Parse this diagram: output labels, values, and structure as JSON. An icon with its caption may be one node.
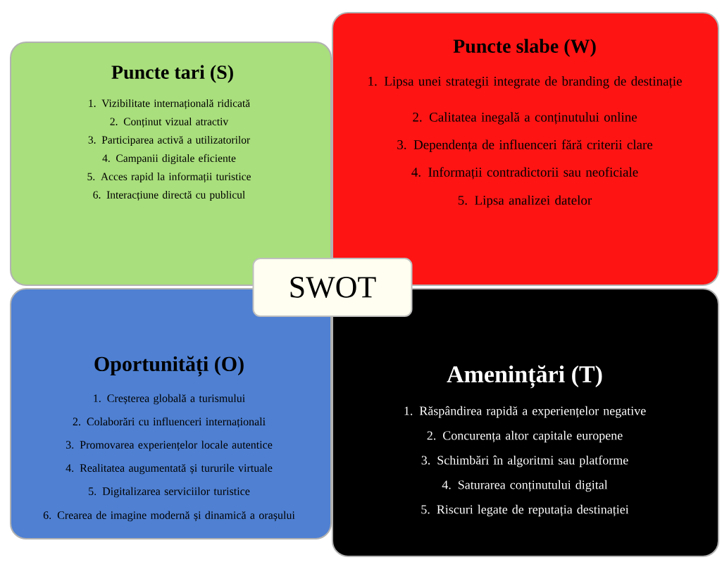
{
  "diagram": {
    "nodes": [
      {
        "text": [
          "Puncte tari (S)",
          "1. Vizibilitate internațională ridicată",
          "2. Conținut vizual atractiv",
          "3. Participarea activă a utilizatorilor",
          "4. Campanii digitale eficiente",
          "5. Acces rapid la informații turistice",
          "6. Interacțiune directă cu publicul"
        ]
      },
      {
        "text": [
          "Puncte slabe (W)",
          "1. Lipsa unei strategii integrate de branding de destinație",
          "2. Calitatea inegală a conținutului online",
          "3. Dependența de influenceri fără criterii clare",
          "4. Informații contradictorii sau neoficiale",
          "5.  Lipsa analizei datelor"
        ]
      },
      {
        "text": [
          "Oportunități (O)",
          "1. Creșterea globală a turismului",
          "2. Colaborări cu influenceri internaționali",
          "3. Promovarea experiențelor locale autentice",
          "4. Realitatea augumentată și tururile virtuale",
          "5. Digitalizarea serviciilor turistice",
          "6. Crearea de imagine modernă și dinamică a orașului"
        ]
      },
      {
        "text": [
          "Amenințări (T)",
          "1. Răspândirea rapidă a experiențelor negative",
          "2. Concurența altor capitale europene",
          "3. Schimbări în algoritmi sau platforme",
          "4. Saturarea conținutului digital",
          "5. Riscuri legate de reputația destinației"
        ]
      },
      {
        "text": [
          "SWOT"
        ]
      }
    ]
  }
}
